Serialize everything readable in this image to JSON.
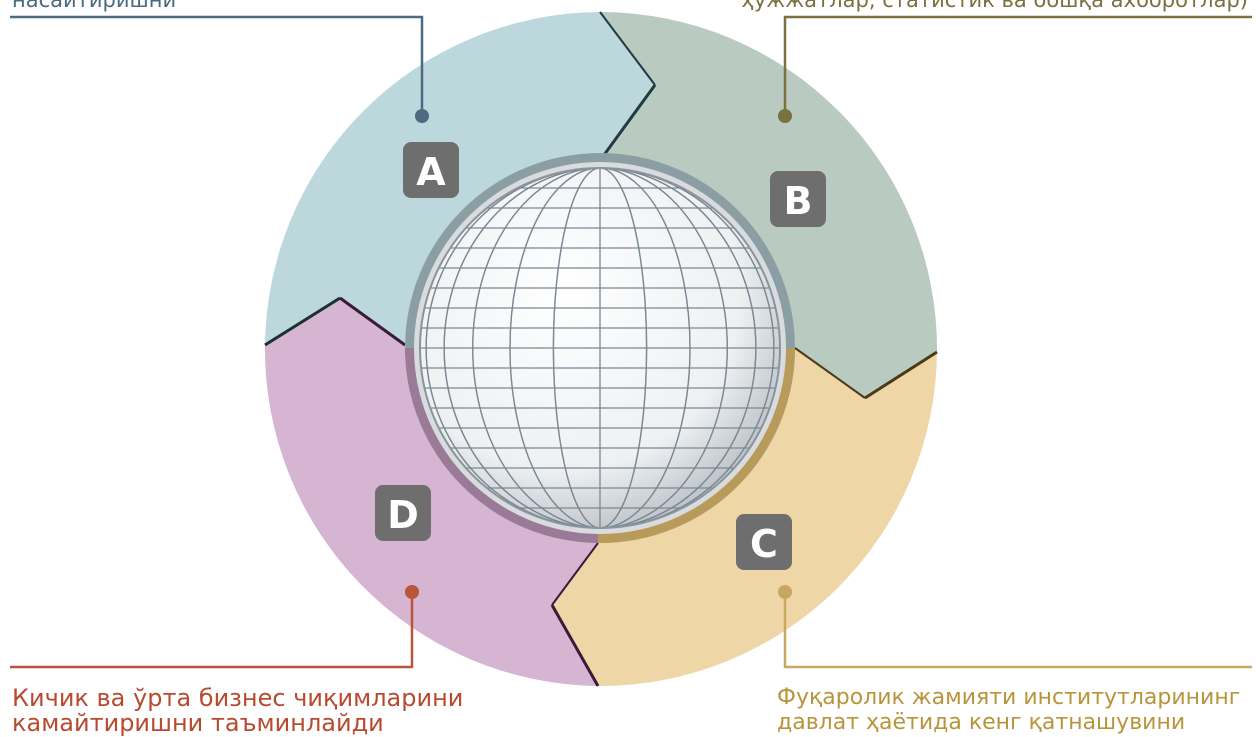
{
  "labels": {
    "top_left": "насайтиришни",
    "top_right": "ҳужжатлар, статистик ва бошқа ахборотлар)",
    "bottom_left_line1": "Кичик ва ўрта бизнес чиқимларини",
    "bottom_left_line2": "камайтиришни таъминлайди",
    "bottom_right_line1": "Фуқаролик жамияти институтларининг",
    "bottom_right_line2": "давлат ҳаётида кенг қатнашувини"
  },
  "segments": [
    {
      "letter": "A",
      "color": "#bcd8dc"
    },
    {
      "letter": "B",
      "color": "#b9cbc0"
    },
    {
      "letter": "C",
      "color": "#efd6a6"
    },
    {
      "letter": "D",
      "color": "#d5b5d2"
    }
  ],
  "colors": {
    "badge": "#6e6e6e",
    "line_a": "#4d6a80",
    "line_b": "#7a7040",
    "line_c": "#c8a860",
    "line_d": "#b8553b"
  },
  "icons": [
    "globe-icon"
  ]
}
